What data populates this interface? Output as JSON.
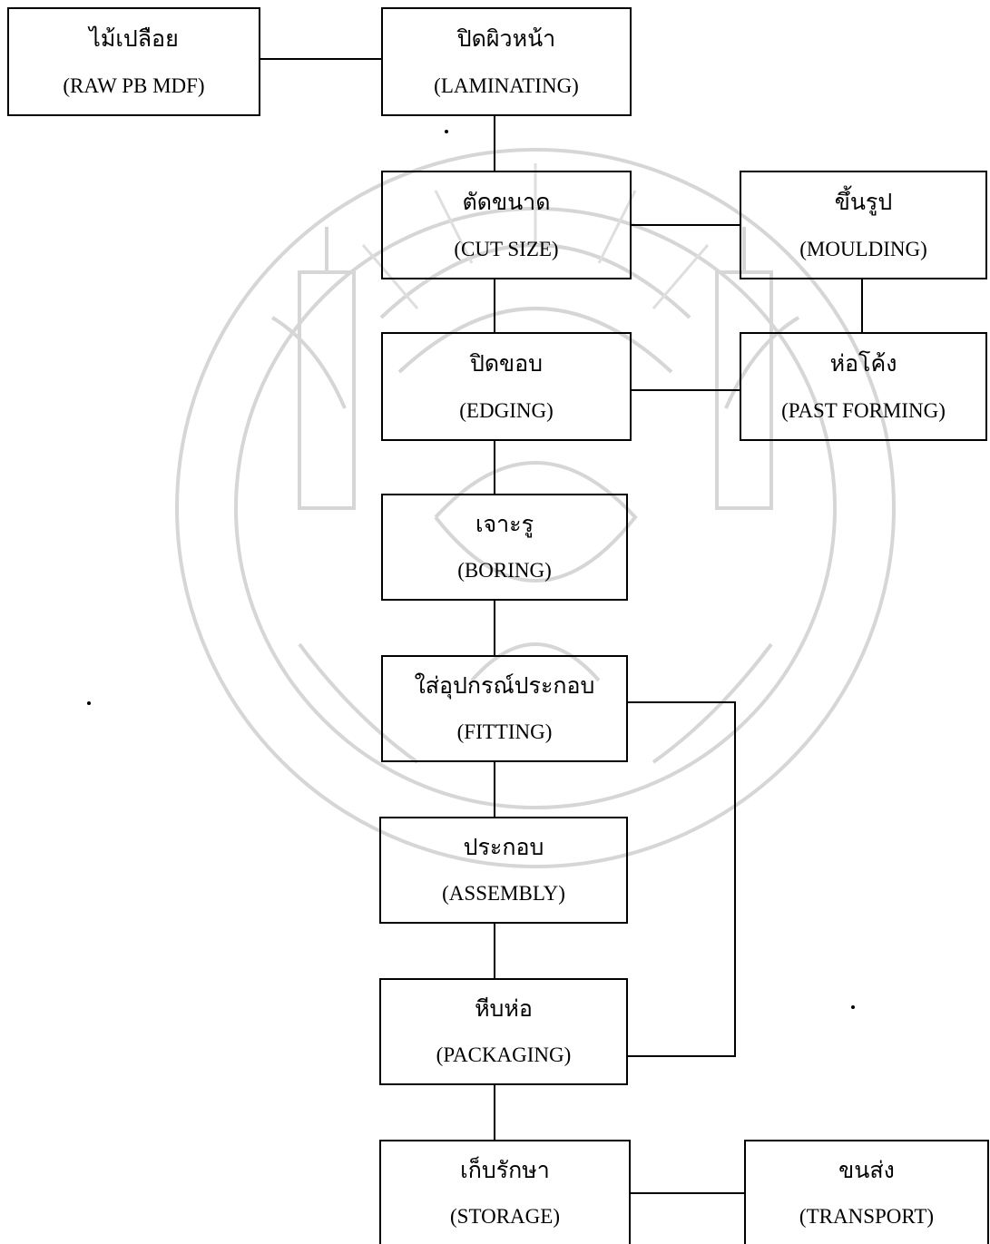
{
  "flowchart": {
    "steps": {
      "raw": {
        "th": "ไม้เปลือย",
        "en": "(RAW PB MDF)"
      },
      "laminating": {
        "th": "ปิดผิวหน้า",
        "en": "(LAMINATING)"
      },
      "cut_size": {
        "th": "ตัดขนาด",
        "en": "(CUT SIZE)"
      },
      "moulding": {
        "th": "ขึ้นรูป",
        "en": "(MOULDING)"
      },
      "edging": {
        "th": "ปิดขอบ",
        "en": "(EDGING)"
      },
      "past_forming": {
        "th": "ห่อโค้ง",
        "en": "(PAST FORMING)"
      },
      "boring": {
        "th": "เจาะรู",
        "en": "(BORING)"
      },
      "fitting": {
        "th": "ใส่อุปกรณ์ประกอบ",
        "en": "(FITTING)"
      },
      "assembly": {
        "th": "ประกอบ",
        "en": "(ASSEMBLY)"
      },
      "packaging": {
        "th": "หีบห่อ",
        "en": "(PACKAGING)"
      },
      "storage": {
        "th": "เก็บรักษา",
        "en": "(STORAGE)"
      },
      "transport": {
        "th": "ขนส่ง",
        "en": "(TRANSPORT)"
      }
    }
  },
  "colors": {
    "line": "#000000",
    "watermark": "#d9d9d9"
  },
  "icons": {
    "watermark": "university-seal-watermark"
  }
}
